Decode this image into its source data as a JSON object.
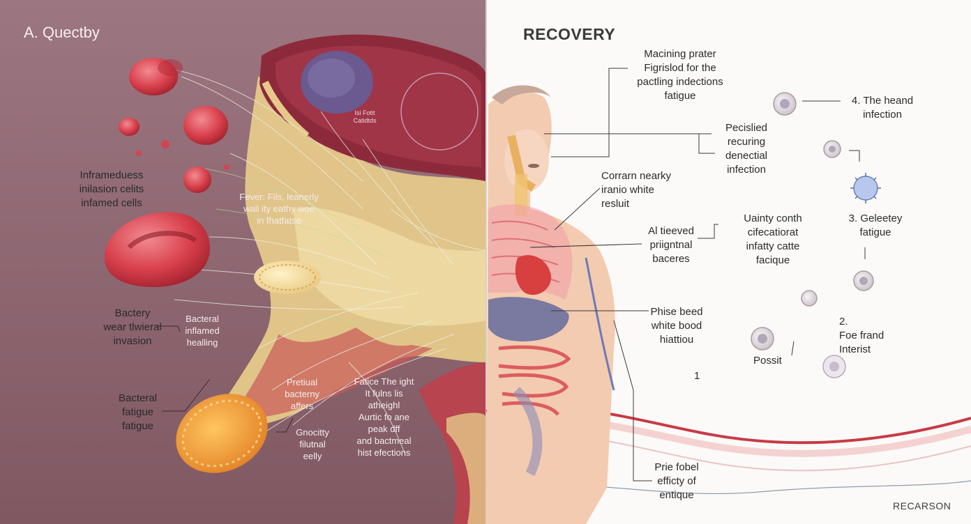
{
  "left_panel": {
    "title": "A. Quectby",
    "labels": {
      "inflamed": "Inframeduess\ninilasion celits\ninfamed cells",
      "fever": "Fever: Fils, leanerly\nwali ity eathy woe\nin fhatfatse",
      "bacteria_invasion": "Bactery\nwear tlwieral\ninvasion",
      "bacteral_healing": "Bacteral\ninflamed\nhealling",
      "fatigue": "Bacteral\nfatigue\nfatigue",
      "pretiual": "Pretiual\nbacterny\naffers",
      "fatice": "Fatice The ight\nIt fulns lis\natheighl\nAurtic fo ane\npeak dff\nand bactmeal\nhist efections",
      "gnocity": "Gnocitty\nfilutnal\neelly",
      "tissue_tag": "Isi Fotit\nCatidtds"
    },
    "colors": {
      "background": "#8e6670",
      "tissue": "#8c2a3c",
      "pus": "#e8cf8a"
    }
  },
  "right_panel": {
    "title": "Recovery",
    "labels": {
      "macining": "Macining prater\nFigrislod for the\npactling indections\nfatigue",
      "pecislied": "Pecislied\nrecuring\ndenectial\ninfection",
      "corrarn": "Corrarn nearky\niranio white\nresluit",
      "al_tieeved": "Al tieeved\npriigntnal\nbaceres",
      "uainty": "Uainty conth\ncifecatiorat\ninfatty catte\nfacique",
      "phise": "Phise beed\nwhite bood\nhiattiou",
      "prie_fobel": "Prie fobel\nefficty of\nentique",
      "step4": "4. The heand\ninfection",
      "step3": "3. Geleetey\nfatigue",
      "step2": "2.\nFoe frand\nInterist",
      "step1": "1",
      "posit": "Possit"
    },
    "credit": "RECARSON",
    "colors": {
      "background": "#fbfaf8",
      "skin": "#f3cbb0",
      "artery": "#c83a44"
    }
  }
}
